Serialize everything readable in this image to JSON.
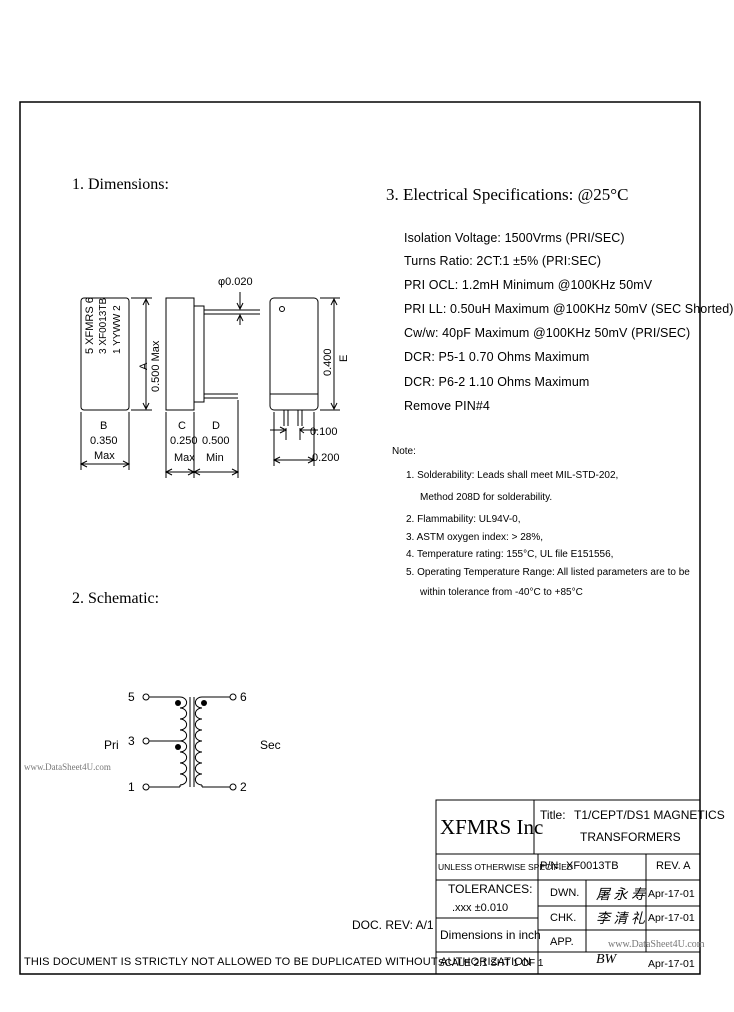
{
  "sections": {
    "dimensions": "1. Dimensions:",
    "electrical": "3. Electrical   Specifications: @25°C",
    "schematic": "2. Schematic:"
  },
  "dims": {
    "side_text": [
      "5 XFMRS 6",
      "3 XF0013TB",
      "1 YYWW 2"
    ],
    "a_letter": "A",
    "a_value": "0.500 Max",
    "b_letter": "B",
    "b_value": "0.350",
    "b_max": "Max",
    "c_letter": "C",
    "c_value": "0.250",
    "c_max": "Max",
    "d_letter": "D",
    "d_value": "0.500",
    "d_min": "Min",
    "pin_dia": "φ0.020",
    "e_letter": "E",
    "e_value": "0.400",
    "pitch1": "0.100",
    "pitch2": "0.200"
  },
  "specs": [
    "Isolation Voltage: 1500Vrms (PRI/SEC)",
    "Turns Ratio: 2CT:1 ±5% (PRI:SEC)",
    "PRI OCL: 1.2mH Minimum @100KHz 50mV",
    "PRI LL: 0.50uH Maximum @100KHz 50mV (SEC Shorted)",
    "Cw/w: 40pF Maximum @100KHz 50mV (PRI/SEC)",
    "DCR: P5-1 0.70 Ohms Maximum",
    "DCR: P6-2 1.10 Ohms Maximum",
    "Remove PIN#4"
  ],
  "notes": {
    "heading": "Note:",
    "items": [
      "1. Solderability: Leads shall meet MIL-STD-202,",
      "Method 208D for solderability.",
      "2. Flammability: UL94V-0,",
      "3. ASTM oxygen index: > 28%,",
      "4. Temperature rating: 155°C, UL file E151556,",
      "5. Operating Temperature Range: All listed parameters are to be",
      "within tolerance from -40°C to +85°C"
    ]
  },
  "schematic": {
    "pins_left": [
      "5",
      "3",
      "1"
    ],
    "pins_right": [
      "6",
      "2"
    ],
    "pri": "Pri",
    "sec": "Sec",
    "watermark": "www.DataSheet4U.com"
  },
  "title_block": {
    "company": "XFMRS Inc",
    "title_label": "Title:",
    "title_line1": "T1/CEPT/DS1 MAGNETICS",
    "title_line2": "TRANSFORMERS",
    "unless": "UNLESS OTHERWISE SPECIFIED",
    "pn_label": "P/N:",
    "pn_value": "XF0013TB",
    "rev": "REV. A",
    "tolerances": "TOLERANCES:",
    "tol_value": ".xxx ±0.010",
    "dimensions_in": "Dimensions in inch",
    "dwn": "DWN.",
    "chk": "CHK.",
    "app": "APP.",
    "dwn_sig": "屠 永 寿",
    "chk_sig": "李 清 礼",
    "app_sig": "BW",
    "date1": "Apr-17-01",
    "date2": "Apr-17-01",
    "date3": "Apr-17-01",
    "scale": "SCALE 2:1  SHT 1 OF 1",
    "watermark": "www.DataSheet4U.com"
  },
  "doc_rev": "DOC. REV: A/1",
  "footer": "THIS DOCUMENT IS STRICTLY NOT ALLOWED TO BE DUPLICATED WITHOUT AUTHORIZATION"
}
